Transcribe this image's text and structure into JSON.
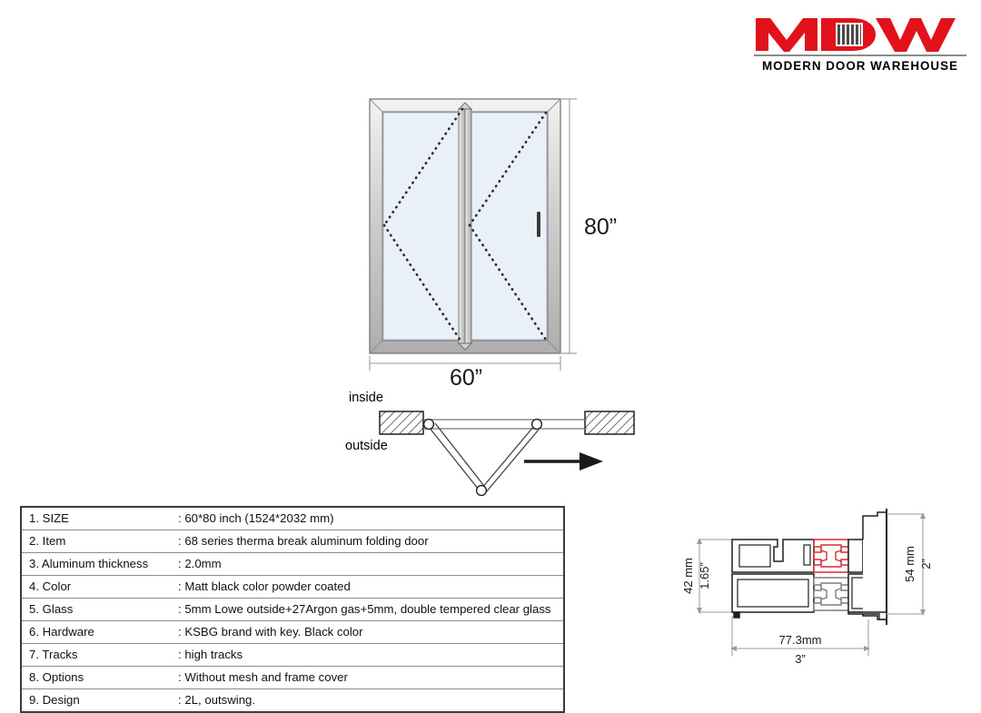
{
  "logo": {
    "brand": "MDW",
    "tagline": "MODERN DOOR WAREHOUSE",
    "brand_color": "#E1121C",
    "tagline_color": "#000000"
  },
  "elevation": {
    "title": "door-elevation",
    "width_label": "60”",
    "height_label": "80”",
    "frame_color": "#c9c9c9",
    "glass_color": "#e9f0f8",
    "panels": 2,
    "swing_indicator": "dotted-fold-lines"
  },
  "plan": {
    "inside_label": "inside",
    "outside_label": "outside",
    "direction": "arrow-right"
  },
  "spec_table": {
    "rows": [
      {
        "key": "1. SIZE",
        "value": ": 60*80 inch (1524*2032 mm)"
      },
      {
        "key": "2. Item",
        "value": ": 68 series therma break aluminum folding door"
      },
      {
        "key": "3. Aluminum thickness",
        "value": ": 2.0mm"
      },
      {
        "key": "4. Color",
        "value": ": Matt black color powder coated"
      },
      {
        "key": "5. Glass",
        "value": ": 5mm Lowe outside+27Argon gas+5mm, double tempered clear glass"
      },
      {
        "key": "6. Hardware",
        "value": ": KSBG brand with key. Black color"
      },
      {
        "key": "7. Tracks",
        "value": ": high tracks"
      },
      {
        "key": "8. Options",
        "value": ": Without mesh and frame cover"
      },
      {
        "key": "9. Design",
        "value": ": 2L, outswing."
      }
    ]
  },
  "profile": {
    "height_mm": "42 mm",
    "height_in": "1.65”",
    "right_height_mm": "54 mm",
    "right_height_in": "2”",
    "width_mm": "77.3mm",
    "width_in": "3”",
    "thermal_break_color": "#D92B34"
  }
}
